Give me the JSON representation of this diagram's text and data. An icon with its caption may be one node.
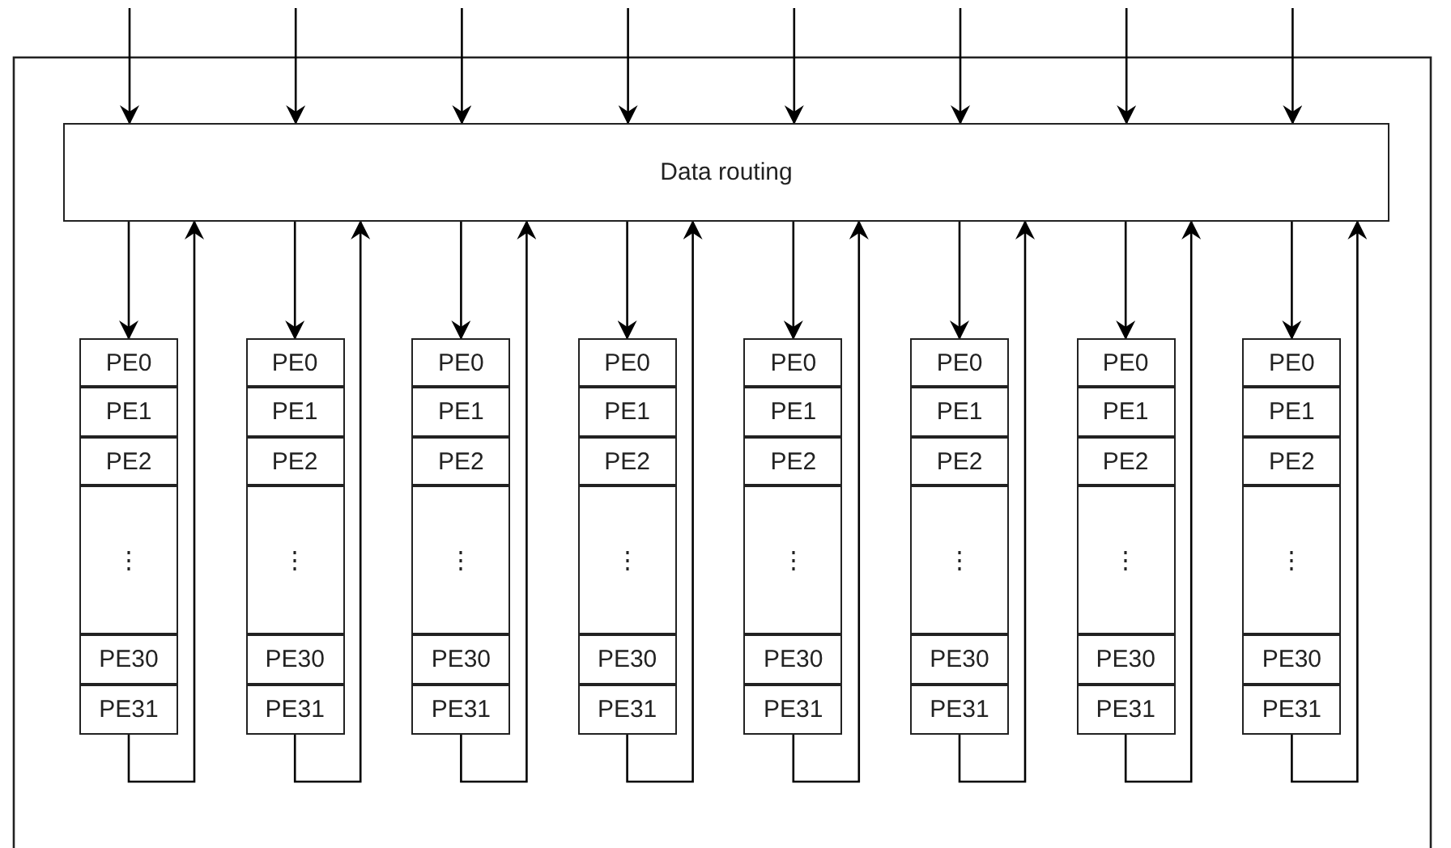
{
  "diagram": {
    "nodes": [
      {
        "text": [
          "Data routing"
        ]
      },
      {
        "text": [
          "PE0"
        ]
      },
      {
        "text": [
          "PE1"
        ]
      },
      {
        "text": [
          "PE2"
        ]
      },
      {
        "text": [
          "⋮"
        ]
      },
      {
        "text": [
          "PE30"
        ]
      },
      {
        "text": [
          "PE31"
        ]
      },
      {
        "text": [
          "PE0"
        ]
      },
      {
        "text": [
          "PE1"
        ]
      },
      {
        "text": [
          "PE2"
        ]
      },
      {
        "text": [
          "⋮"
        ]
      },
      {
        "text": [
          "PE30"
        ]
      },
      {
        "text": [
          "PE31"
        ]
      },
      {
        "text": [
          "PE0"
        ]
      },
      {
        "text": [
          "PE1"
        ]
      },
      {
        "text": [
          "PE2"
        ]
      },
      {
        "text": [
          "⋮"
        ]
      },
      {
        "text": [
          "PE30"
        ]
      },
      {
        "text": [
          "PE31"
        ]
      },
      {
        "text": [
          "PE0"
        ]
      },
      {
        "text": [
          "PE1"
        ]
      },
      {
        "text": [
          "PE2"
        ]
      },
      {
        "text": [
          "⋮"
        ]
      },
      {
        "text": [
          "PE30"
        ]
      },
      {
        "text": [
          "PE31"
        ]
      },
      {
        "text": [
          "PE0"
        ]
      },
      {
        "text": [
          "PE1"
        ]
      },
      {
        "text": [
          "PE2"
        ]
      },
      {
        "text": [
          "⋮"
        ]
      },
      {
        "text": [
          "PE30"
        ]
      },
      {
        "text": [
          "PE31"
        ]
      },
      {
        "text": [
          "PE0"
        ]
      },
      {
        "text": [
          "PE1"
        ]
      },
      {
        "text": [
          "PE2"
        ]
      },
      {
        "text": [
          "⋮"
        ]
      },
      {
        "text": [
          "PE30"
        ]
      },
      {
        "text": [
          "PE31"
        ]
      },
      {
        "text": [
          "PE0"
        ]
      },
      {
        "text": [
          "PE1"
        ]
      },
      {
        "text": [
          "PE2"
        ]
      },
      {
        "text": [
          "⋮"
        ]
      },
      {
        "text": [
          "PE30"
        ]
      },
      {
        "text": [
          "PE31"
        ]
      },
      {
        "text": [
          "PE0"
        ]
      },
      {
        "text": [
          "PE1"
        ]
      },
      {
        "text": [
          "PE2"
        ]
      },
      {
        "text": [
          "⋮"
        ]
      },
      {
        "text": [
          "PE30"
        ]
      },
      {
        "text": [
          "PE31"
        ]
      }
    ],
    "edges": [
      {
        "from": null,
        "to": 0,
        "arrow": "to"
      },
      {
        "from": null,
        "to": 0,
        "arrow": "to"
      },
      {
        "from": null,
        "to": 0,
        "arrow": "to"
      },
      {
        "from": null,
        "to": 0,
        "arrow": "to"
      },
      {
        "from": null,
        "to": 0,
        "arrow": "to"
      },
      {
        "from": null,
        "to": 0,
        "arrow": "to"
      },
      {
        "from": null,
        "to": 0,
        "arrow": "to"
      },
      {
        "from": null,
        "to": 0,
        "arrow": "to"
      },
      {
        "from": 0,
        "to": 1,
        "arrow": "to"
      },
      {
        "from": 6,
        "to": 0,
        "arrow": "to"
      },
      {
        "from": 0,
        "to": 7,
        "arrow": "to"
      },
      {
        "from": 12,
        "to": 0,
        "arrow": "to"
      },
      {
        "from": 0,
        "to": 13,
        "arrow": "to"
      },
      {
        "from": 18,
        "to": 0,
        "arrow": "to"
      },
      {
        "from": 0,
        "to": 19,
        "arrow": "to"
      },
      {
        "from": 24,
        "to": 0,
        "arrow": "to"
      },
      {
        "from": 0,
        "to": 25,
        "arrow": "to"
      },
      {
        "from": 30,
        "to": 0,
        "arrow": "to"
      },
      {
        "from": 0,
        "to": 31,
        "arrow": "to"
      },
      {
        "from": 36,
        "to": 0,
        "arrow": "to"
      },
      {
        "from": 0,
        "to": 37,
        "arrow": "to"
      },
      {
        "from": 42,
        "to": 0,
        "arrow": "to"
      },
      {
        "from": 0,
        "to": 43,
        "arrow": "to"
      },
      {
        "from": 48,
        "to": 0,
        "arrow": "to"
      }
    ]
  }
}
